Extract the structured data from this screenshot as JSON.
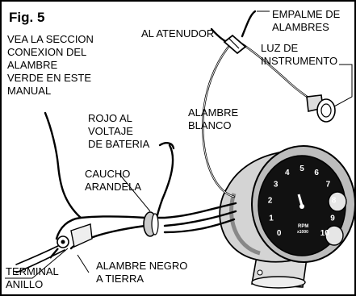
{
  "figure_title": "Fig. 5",
  "labels": {
    "vea": [
      "VEA LA SECCION",
      "CONEXION DEL",
      "ALAMBRE",
      "VERDE EN ESTE",
      "MANUAL"
    ],
    "al_atenudor": "AL ATENUDOR",
    "empalme": [
      "EMPALME DE",
      "ALAMBRES"
    ],
    "luz": [
      "LUZ DE",
      "INSTRUMENTO"
    ],
    "rojo": [
      "ROJO AL",
      "VOLTAJE",
      "DE BATERIA"
    ],
    "alambre_blanco": [
      "ALAMBRE",
      "BLANCO"
    ],
    "caucho": [
      "CAUCHO",
      "ARANDELA"
    ],
    "terminal": [
      "TERMINAL",
      "ANILLO"
    ],
    "alambre_negro": [
      "ALAMBRE NEGRO",
      "A TIERRA"
    ]
  },
  "gauge": {
    "dial_numbers": [
      "0",
      "1",
      "2",
      "3",
      "4",
      "5",
      "6",
      "7",
      "8",
      "9",
      "10"
    ],
    "face_text": [
      "RPM",
      "x1000"
    ]
  },
  "colors": {
    "ink": "#000000",
    "paper": "#ffffff",
    "dial_face": "#111111"
  }
}
